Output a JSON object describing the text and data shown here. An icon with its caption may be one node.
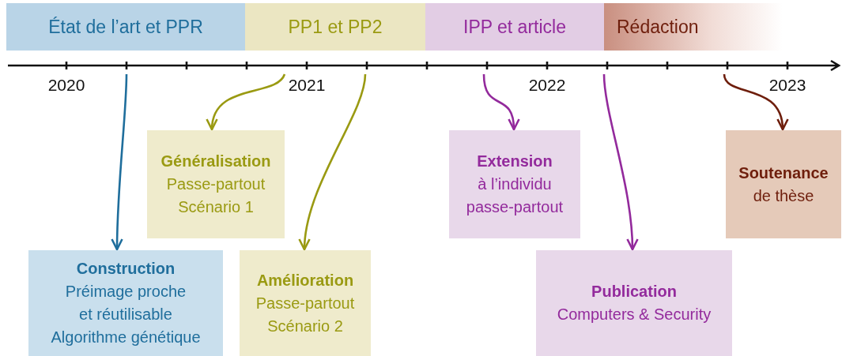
{
  "diagram": {
    "nodes": [
      {
        "text": [
          "État de l’art et PPR"
        ]
      },
      {
        "text": [
          "PP1 et PP2"
        ]
      },
      {
        "text": [
          "IPP et article"
        ]
      },
      {
        "text": [
          "Rédaction"
        ]
      },
      {
        "text": [
          "Généralisation",
          "Passe-partout Scénario 1"
        ]
      },
      {
        "text": [
          "Extension",
          "à l’individu passe-partout"
        ]
      },
      {
        "text": [
          "Soutenance",
          "de thèse"
        ]
      },
      {
        "text": [
          "Construction",
          "Préimage proche et réutilisable Algorithme génétique"
        ]
      },
      {
        "text": [
          "Amélioration",
          "Passe-partout Scénario 2"
        ]
      },
      {
        "text": [
          "Publication",
          "Computers & Security"
        ]
      }
    ],
    "edges": [
      {
        "from": null,
        "to": 7,
        "arrow": "to",
        "color": "#1f6e9c"
      },
      {
        "from": null,
        "to": 4,
        "arrow": "to",
        "color": "#9a9a12"
      },
      {
        "from": null,
        "to": 8,
        "arrow": "to",
        "color": "#9a9a12"
      },
      {
        "from": null,
        "to": 5,
        "arrow": "to",
        "color": "#932a9c"
      },
      {
        "from": null,
        "to": 9,
        "arrow": "to",
        "color": "#932a9c"
      },
      {
        "from": null,
        "to": 6,
        "arrow": "to",
        "color": "#6e1e0c"
      }
    ],
    "labels": [
      "2020",
      "2021",
      "2022",
      "2023"
    ]
  }
}
